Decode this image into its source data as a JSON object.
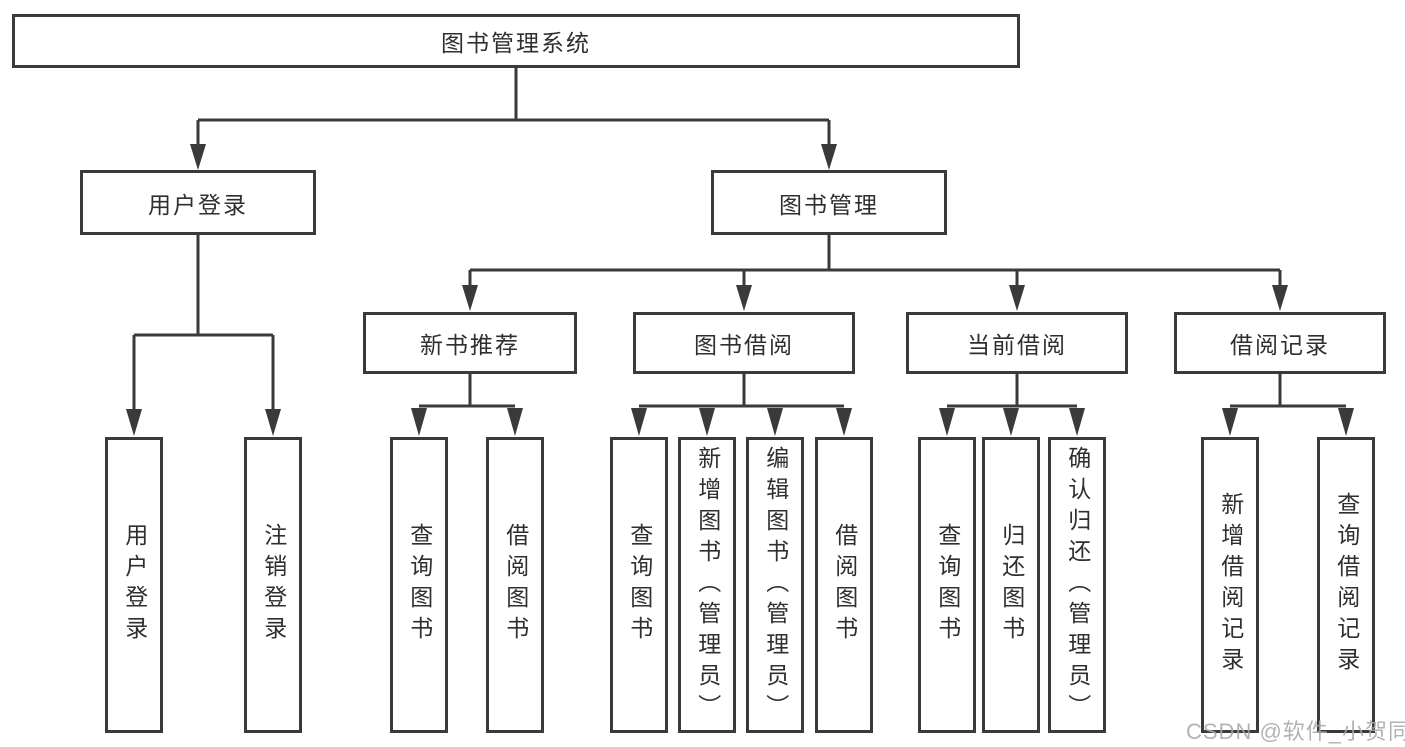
{
  "diagram": {
    "type": "hierarchy-tree",
    "nodes": {
      "root": {
        "label": "图书管理系统"
      },
      "level2": [
        {
          "id": "user-login",
          "label": "用户登录",
          "parent": "图书管理系统"
        },
        {
          "id": "book-management",
          "label": "图书管理",
          "parent": "图书管理系统"
        }
      ],
      "level3": [
        {
          "id": "new-book-recommendation",
          "label": "新书推荐",
          "parent": "图书管理"
        },
        {
          "id": "book-borrowing",
          "label": "图书借阅",
          "parent": "图书管理"
        },
        {
          "id": "current-borrowing",
          "label": "当前借阅",
          "parent": "图书管理"
        },
        {
          "id": "borrowing-records",
          "label": "借阅记录",
          "parent": "图书管理"
        }
      ],
      "leaves": [
        {
          "id": "user-login-leaf",
          "label": "用户登录",
          "parent": "用户登录"
        },
        {
          "id": "logout",
          "label": "注销登录",
          "parent": "用户登录"
        },
        {
          "id": "recommend-query-books",
          "label": "查询图书",
          "parent": "新书推荐"
        },
        {
          "id": "recommend-borrow-books",
          "label": "借阅图书",
          "parent": "新书推荐"
        },
        {
          "id": "borrow-query-books",
          "label": "查询图书",
          "parent": "图书借阅"
        },
        {
          "id": "add-books-admin",
          "label": "新增图书（管理员）",
          "parent": "图书借阅"
        },
        {
          "id": "edit-books-admin",
          "label": "编辑图书（管理员）",
          "parent": "图书借阅"
        },
        {
          "id": "borrow-books",
          "label": "借阅图书",
          "parent": "图书借阅"
        },
        {
          "id": "current-query-books",
          "label": "查询图书",
          "parent": "当前借阅"
        },
        {
          "id": "return-books",
          "label": "归还图书",
          "parent": "当前借阅"
        },
        {
          "id": "confirm-return-admin",
          "label": "确认归还（管理员）",
          "parent": "当前借阅"
        },
        {
          "id": "add-borrow-record",
          "label": "新增借阅记录",
          "parent": "借阅记录"
        },
        {
          "id": "query-borrow-record",
          "label": "查询借阅记录",
          "parent": "借阅记录"
        }
      ]
    },
    "watermark": {
      "text": "CSDN @软件_小贺同学"
    },
    "colors": {
      "line": "#3a3a3c",
      "text": "#2f2f2f",
      "box_fill": "#ffffff",
      "background": "#ffffff",
      "watermark": "#a9a9a9"
    }
  }
}
